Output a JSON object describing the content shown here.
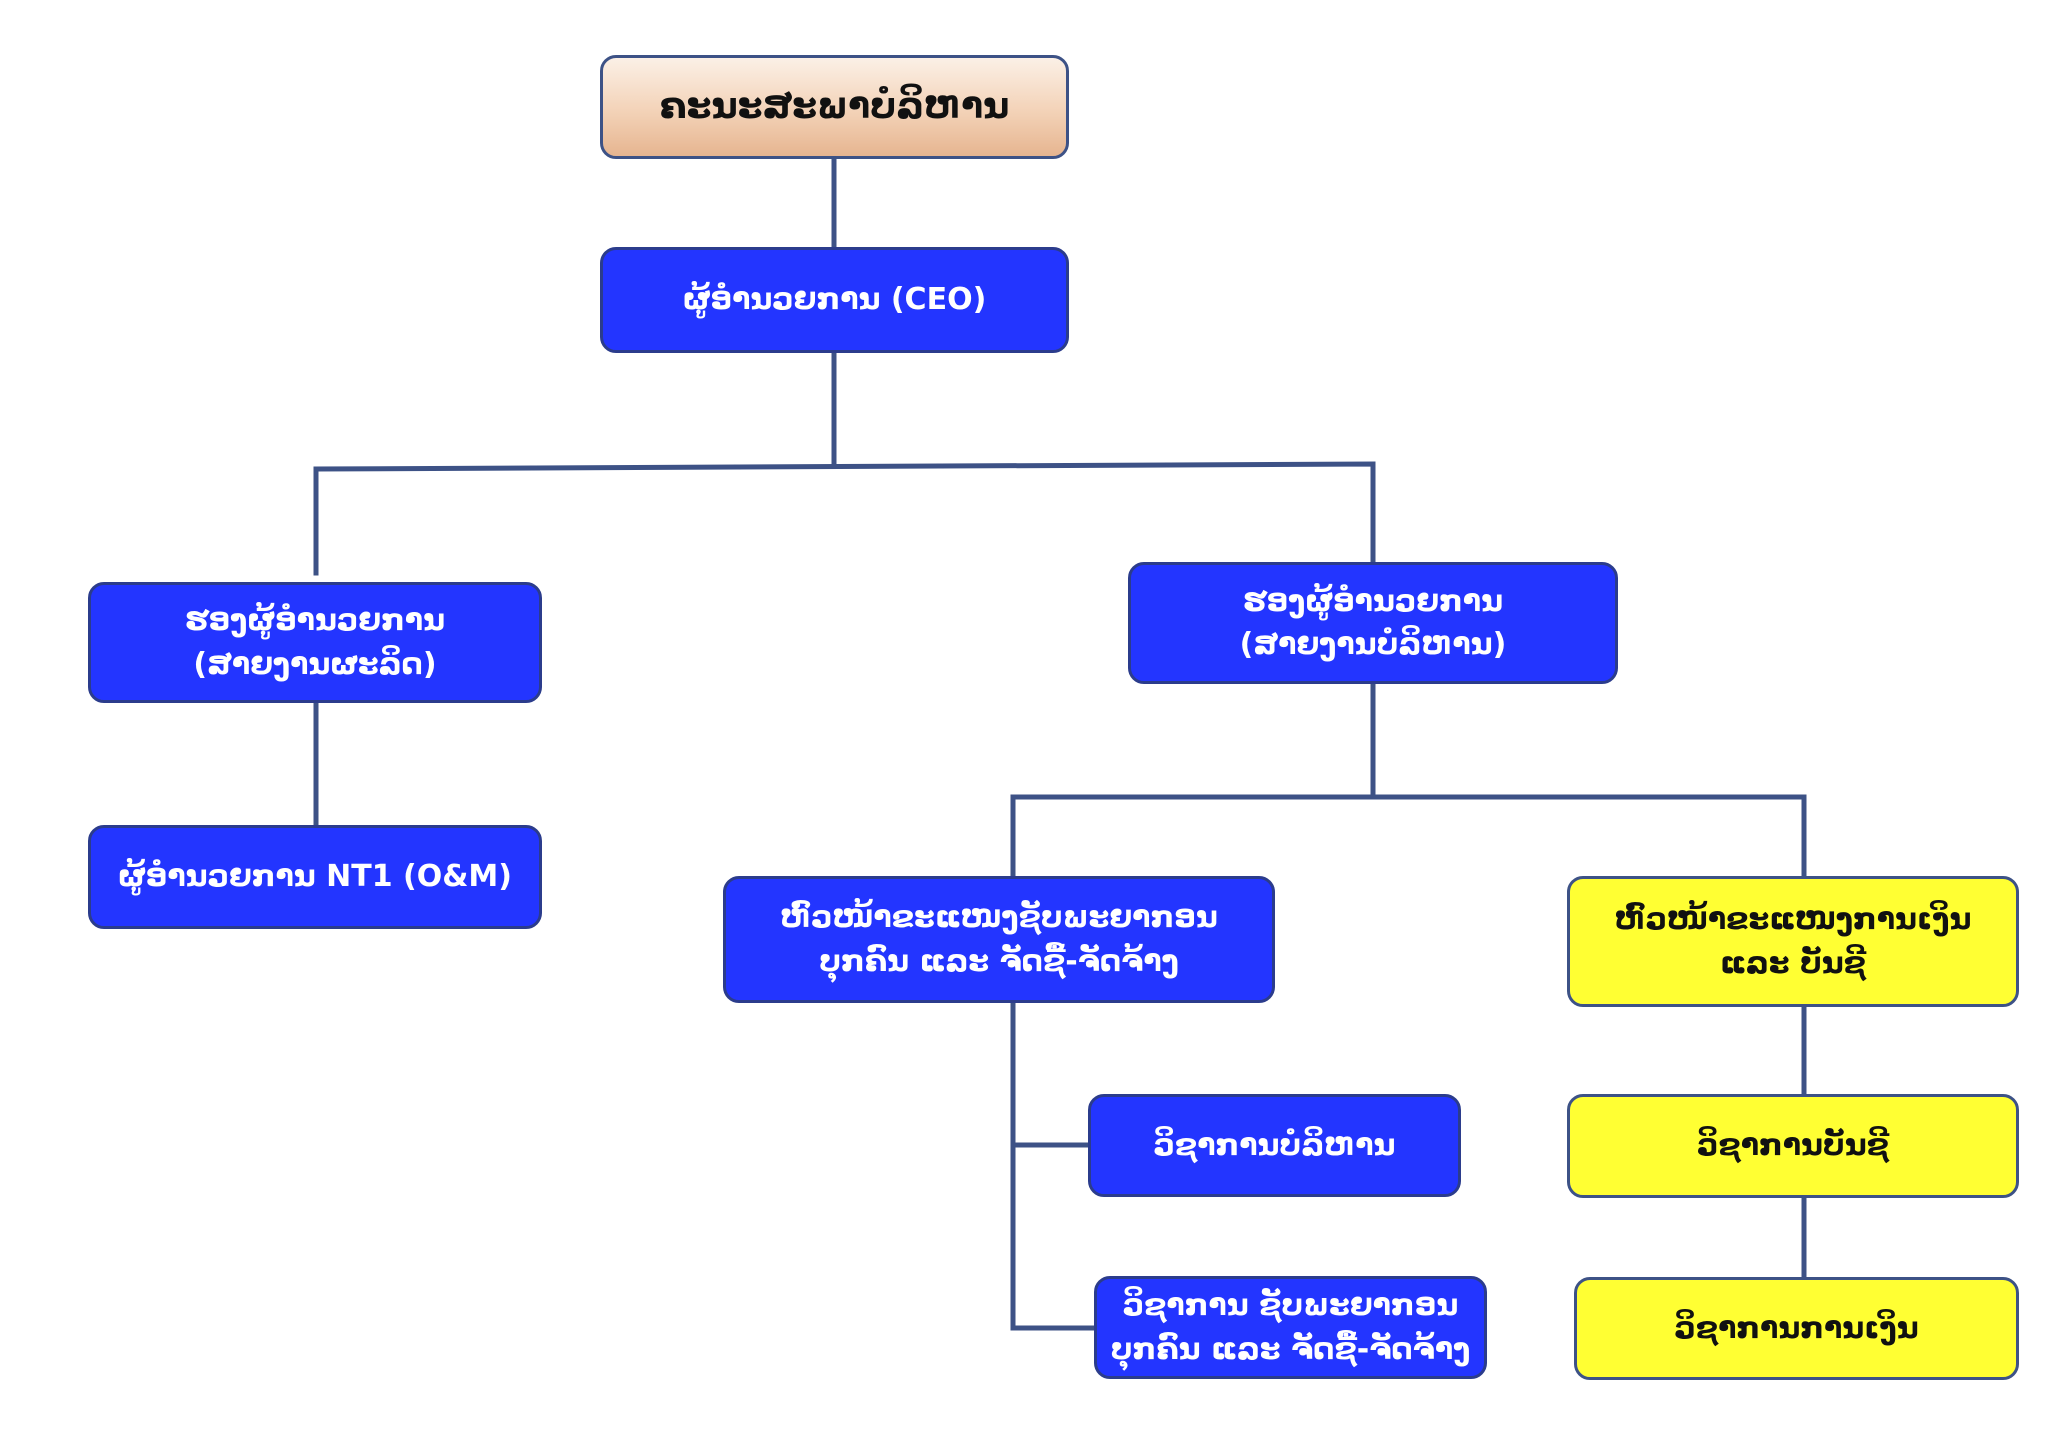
{
  "nodes": {
    "board": [
      "ຄະນະສະພາບໍລິຫານ"
    ],
    "ceo": [
      "ຜູ້ອຳນວຍການ (CEO)"
    ],
    "deputy_production": [
      "ຮອງຜູ້ອຳນວຍການ",
      "(ສາຍງານຜະລິດ)"
    ],
    "deputy_admin": [
      "ຮອງຜູ້ອຳນວຍການ",
      "(ສາຍງານບໍລິຫານ)"
    ],
    "director_nt1": [
      "ຜູ້ອຳນວຍການ NT1 (O&M)"
    ],
    "head_hr": [
      "ຫົວໜ້າຂະແໜງຊັບພະຍາກອນ",
      "ບຸກຄົນ ແລະ ຈັດຊື້-ຈັດຈ້າງ"
    ],
    "head_finance": [
      "ຫົວໜ້າຂະແໜງການເງິນ",
      "ແລະ ບັນຊີ"
    ],
    "staff_admin": [
      "ວິຊາການບໍລິຫານ"
    ],
    "staff_hr": [
      "ວິຊາການ ຊັບພະຍາກອນ",
      "ບຸກຄົນ ແລະ ຈັດຊື້-ຈັດຈ້າງ"
    ],
    "staff_accounting": [
      "ວິຊາການບັນຊີ"
    ],
    "staff_finance": [
      "ວິຊາການການເງິນ"
    ]
  },
  "colors": {
    "blue_fill": "#2335ff",
    "yellow_fill": "#ffff33",
    "board_fill": "#f3d2b7",
    "connector": "#3d5286"
  }
}
